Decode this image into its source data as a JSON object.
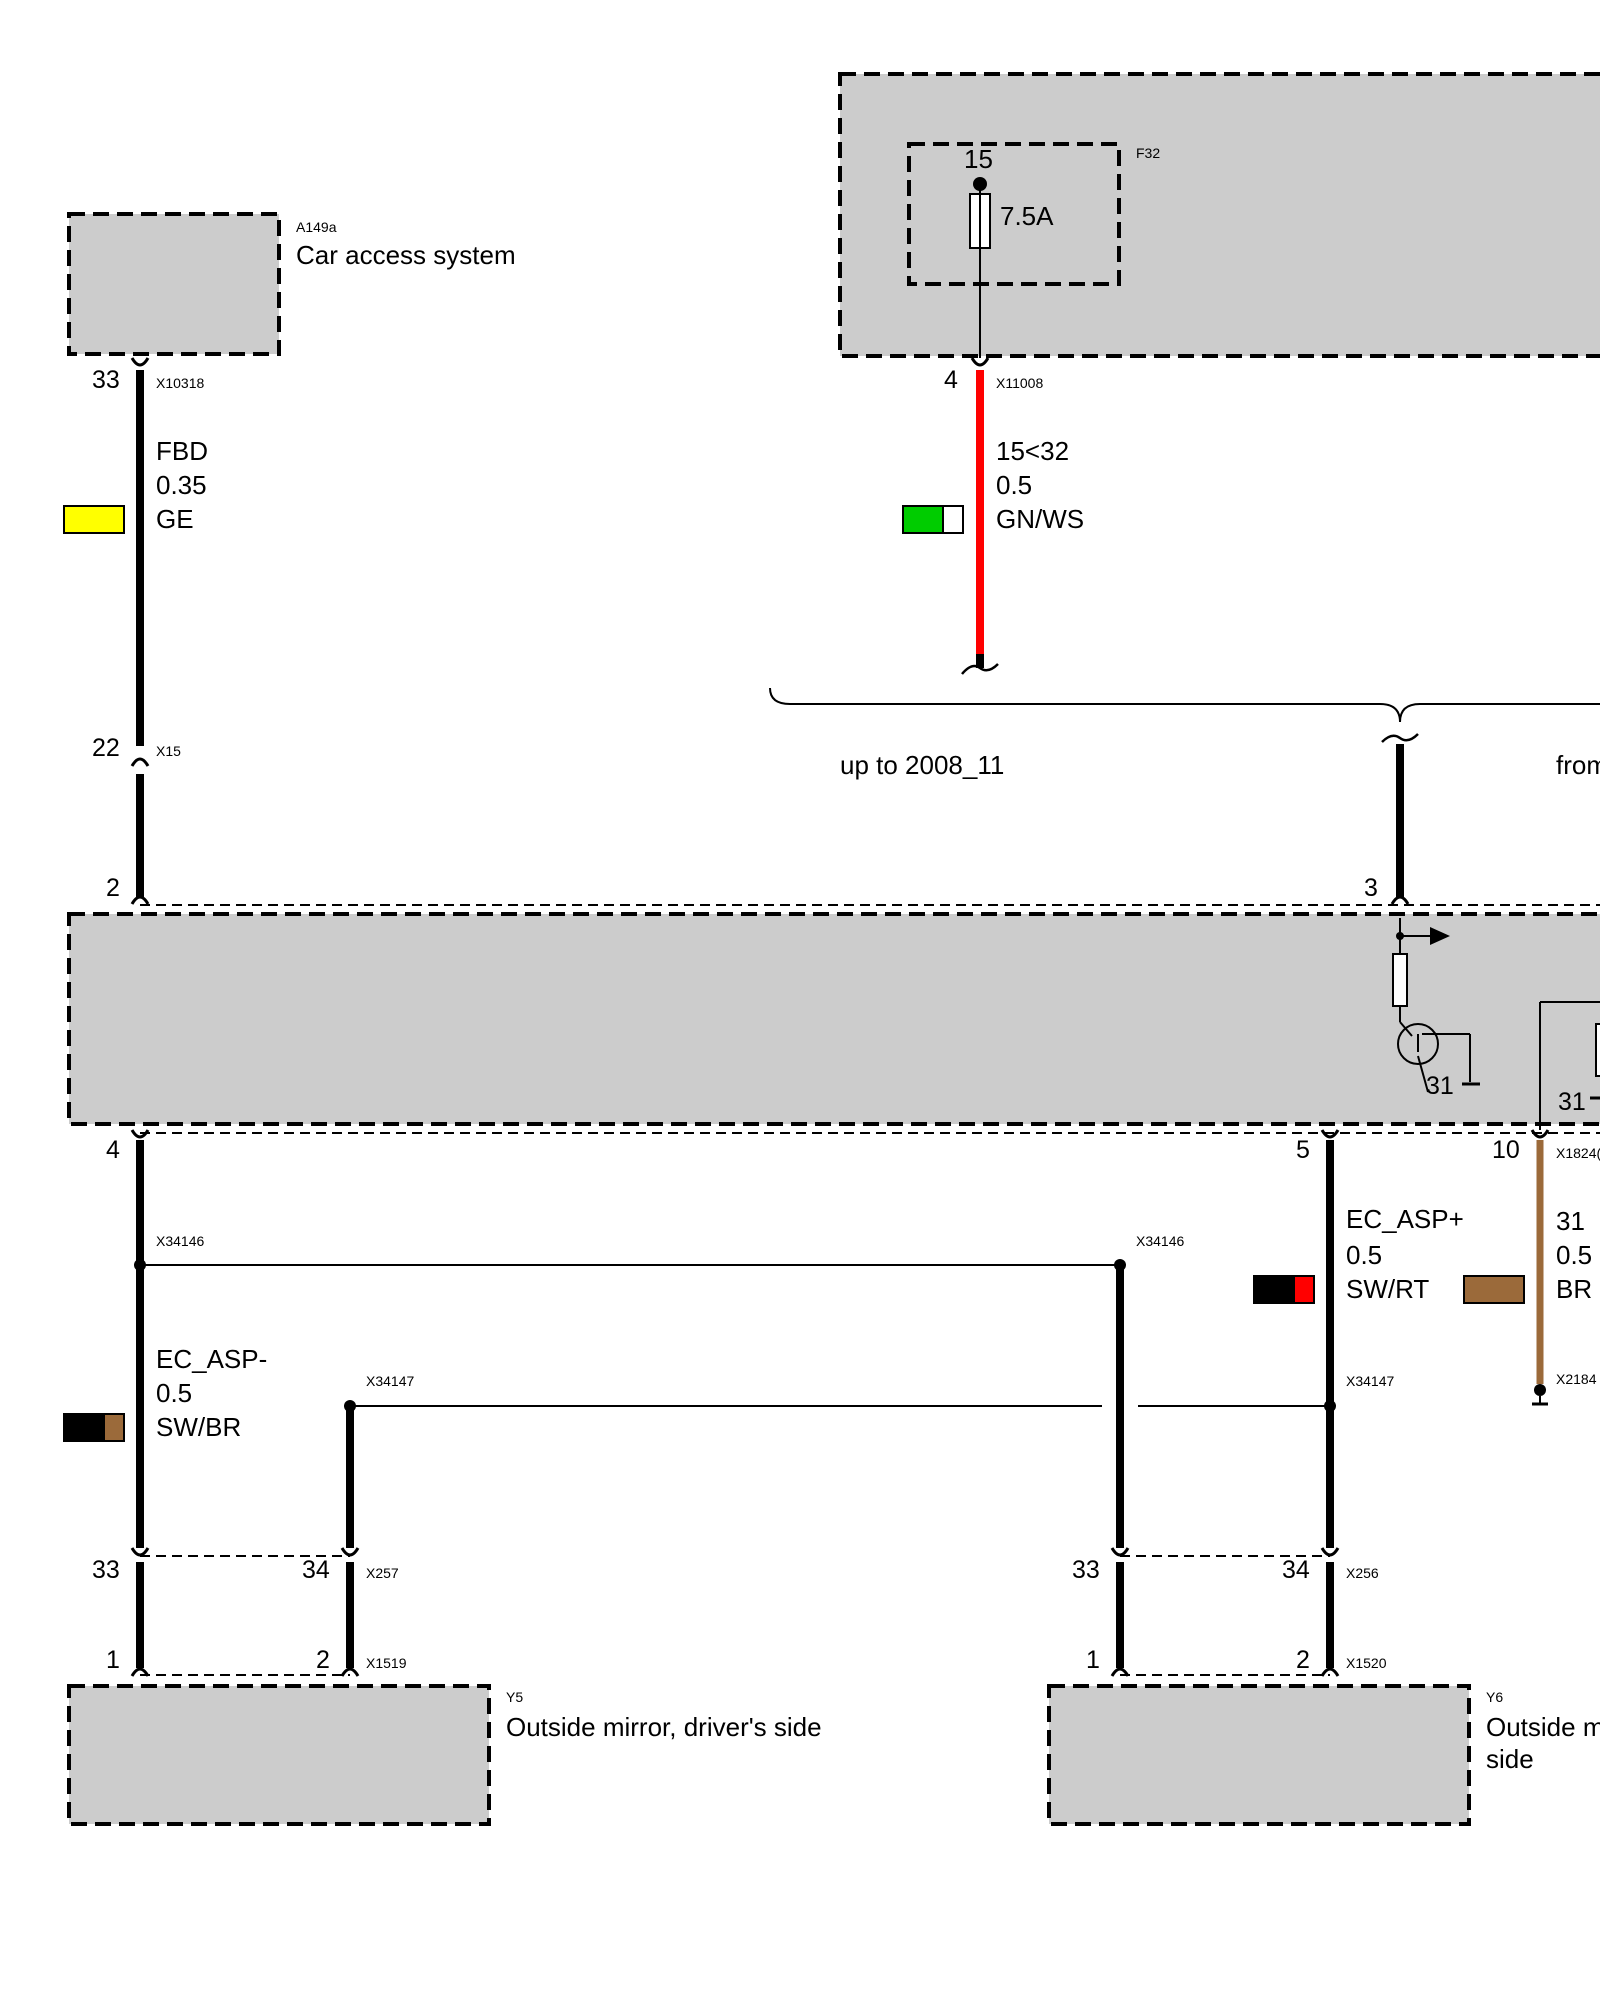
{
  "components": {
    "a149a": {
      "id": "A149a",
      "name": "Car access system"
    },
    "f32": {
      "id": "F32",
      "terminal": "15",
      "rating": "7.5A"
    },
    "y5": {
      "id": "Y5",
      "name": "Outside mirror, driver's side"
    },
    "y6": {
      "id": "Y6",
      "name_line1": "Outside m",
      "name_line2": "side"
    }
  },
  "annotations": {
    "up_to": "up to 2008_11",
    "from": "from"
  },
  "pins": {
    "p33_top": "33",
    "p4_fuse": "4",
    "p22": "22",
    "p2": "2",
    "p3": "3",
    "p4_bot": "4",
    "p5": "5",
    "p10": "10",
    "p31_a": "31",
    "p31_b": "31",
    "x257_33": "33",
    "x257_34": "34",
    "x256_33": "33",
    "x256_34": "34",
    "x1519_1": "1",
    "x1519_2": "2",
    "x1520_1": "1",
    "x1520_2": "2"
  },
  "connectors": {
    "x10318": "X10318",
    "x11008": "X11008",
    "x15": "X15",
    "x34146_l": "X34146",
    "x34146_r": "X34146",
    "x34147_l": "X34147",
    "x34147_r": "X34147",
    "x1824": "X1824(",
    "x2184": "X2184",
    "x257": "X257",
    "x256": "X256",
    "x1519": "X1519",
    "x1520": "X1520"
  },
  "wires": {
    "fbd": {
      "signal": "FBD",
      "size": "0.35",
      "color_code": "GE",
      "swatch": [
        "#ffff00"
      ]
    },
    "w15": {
      "signal": "15<32",
      "size": "0.5",
      "color_code": "GN/WS",
      "swatch": [
        "#00cc00",
        "#ffffff"
      ]
    },
    "ec_asp_plus": {
      "signal": "EC_ASP+",
      "size": "0.5",
      "color_code": "SW/RT",
      "swatch": [
        "#000000",
        "#ff0000"
      ]
    },
    "w31": {
      "signal": "31",
      "size": "0.5",
      "color_code": "BR",
      "swatch": [
        "#9b6a3a"
      ]
    },
    "ec_asp_minus": {
      "signal": "EC_ASP-",
      "size": "0.5",
      "color_code": "SW/BR",
      "swatch": [
        "#000000",
        "#9b6a3a"
      ]
    }
  },
  "colors": {
    "module_fill": "#cccccc",
    "wire_red": "#ff0000",
    "wire_brown": "#9b6a3a",
    "wire_black": "#000000"
  }
}
